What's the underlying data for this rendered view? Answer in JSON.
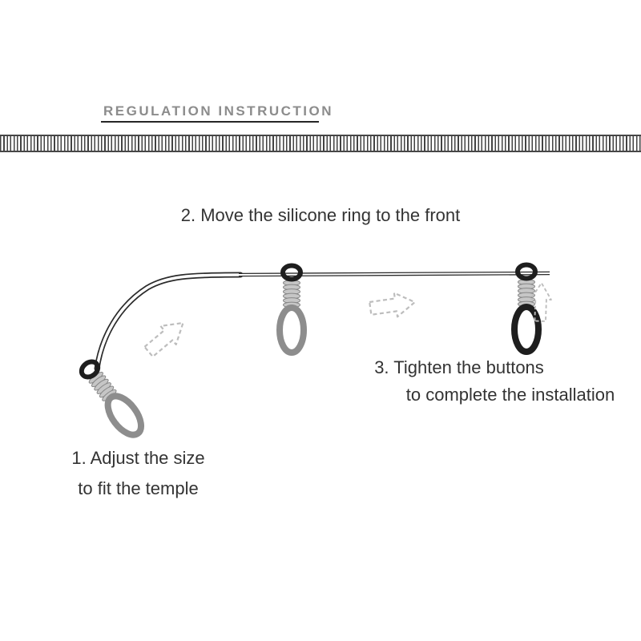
{
  "header": {
    "title": "REGULATION INSTRUCTION"
  },
  "steps": {
    "step1": {
      "line1": "1. Adjust the size",
      "line2": "to fit the temple"
    },
    "step2": {
      "text": "2. Move the silicone ring to the front"
    },
    "step3": {
      "line1": "3. Tighten the buttons",
      "line2": "to complete the installation"
    }
  },
  "illustration": {
    "temple_color": "#2b2b2b",
    "ring_top_color": "#1e1e1e",
    "coil_color": "#c6c6c6",
    "coil_edge_color": "#868686",
    "arrow_color": "#bdbdbd",
    "rings": [
      {
        "position": "left",
        "loop_color": "#8d8d8d"
      },
      {
        "position": "middle",
        "loop_color": "#8d8d8d"
      },
      {
        "position": "right",
        "loop_color": "#1e1e1e"
      }
    ]
  },
  "colors": {
    "background": "#ffffff",
    "text": "#333333",
    "title": "#8c8c8c",
    "underline": "#262626"
  }
}
